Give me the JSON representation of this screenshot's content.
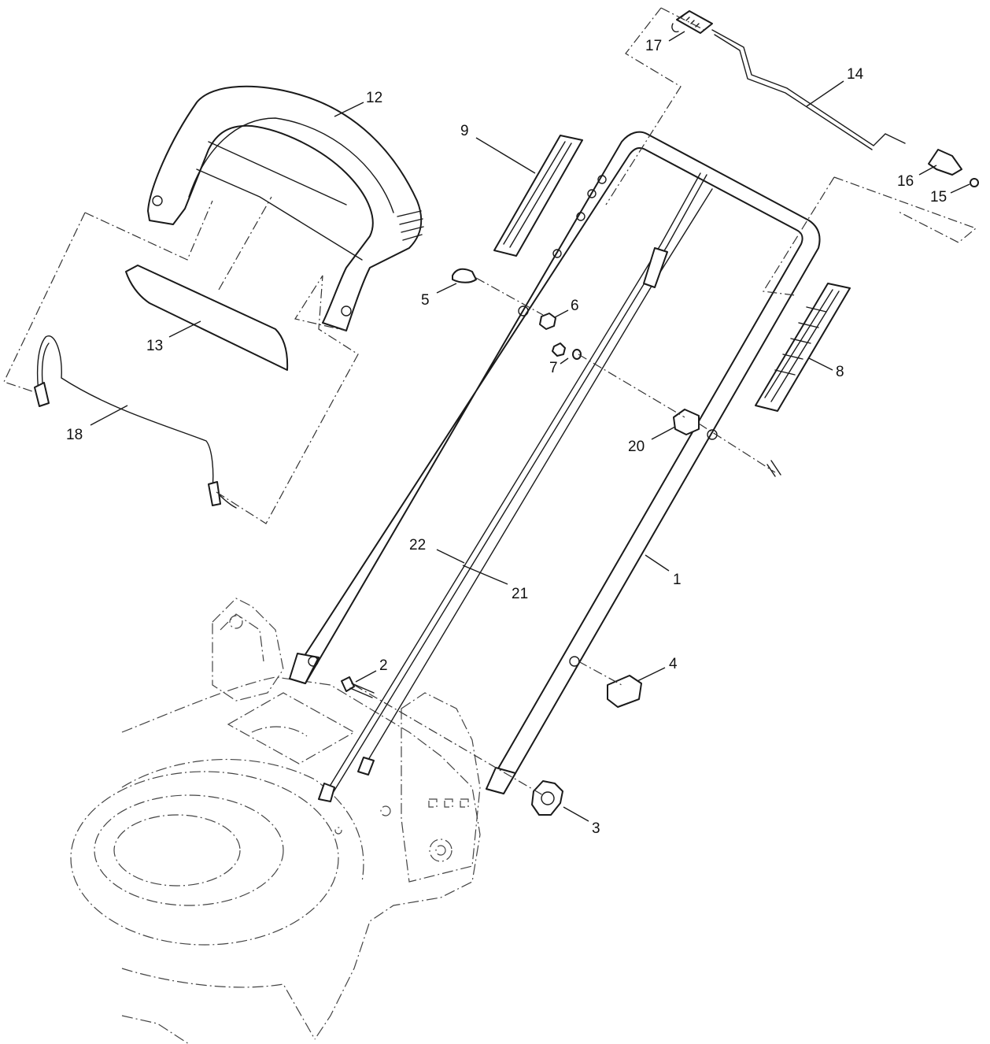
{
  "callouts": {
    "c1": "1",
    "c2": "2",
    "c3": "3",
    "c4": "4",
    "c5": "5",
    "c6": "6",
    "c7": "7",
    "c8": "8",
    "c9": "9",
    "c12": "12",
    "c13": "13",
    "c14": "14",
    "c15": "15",
    "c16": "16",
    "c17": "17",
    "c18": "18",
    "c20": "20",
    "c21": "21",
    "c22": "22"
  },
  "colors": {
    "line": "#1a1a1a",
    "background": "#ffffff"
  }
}
